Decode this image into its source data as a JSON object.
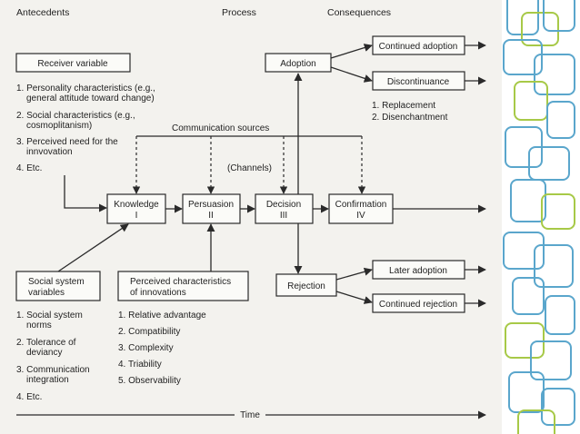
{
  "headers": {
    "antecedents": "Antecedents",
    "process": "Process",
    "consequences": "Consequences"
  },
  "receiver": {
    "box_label": "Receiver variable",
    "items": [
      "1. Personality characteristics (e.g.,",
      "general attitude toward change)",
      "2. Social characteristics (e.g.,",
      "cosmoplitanism)",
      "3. Perceived need for the",
      "innvovation",
      "4. Etc."
    ]
  },
  "communication_sources": "Communication sources",
  "channels": "(Channels)",
  "stages": [
    {
      "name": "Knowledge",
      "numeral": "I"
    },
    {
      "name": "Persuasion",
      "numeral": "II"
    },
    {
      "name": "Decision",
      "numeral": "III"
    },
    {
      "name": "Confirmation",
      "numeral": "IV"
    }
  ],
  "adoption": "Adoption",
  "rejection": "Rejection",
  "continued_adoption": "Continued adoption",
  "discontinuance": "Discontinuance",
  "discontinuance_items": [
    "1. Replacement",
    "2. Disenchantment"
  ],
  "later_adoption": "Later adoption",
  "continued_rejection": "Continued rejection",
  "social_system": {
    "box_line1": "Social system",
    "box_line2": "variables",
    "items": [
      "1. Social system",
      "norms",
      "2. Tolerance of",
      "deviancy",
      "3. Communication",
      "integration",
      "4. Etc."
    ]
  },
  "perceived": {
    "box_line1": "Perceived characteristics",
    "box_line2": "of innovations",
    "items": [
      "1. Relative advantage",
      "2. Compatibility",
      "3. Complexity",
      "4. Triability",
      "5. Observability"
    ]
  },
  "time": "Time",
  "colors": {
    "paper": "#f3f2ee",
    "ink": "#1f1f1f",
    "deco_blue": "#5aa6cc",
    "deco_green": "#a7c947"
  }
}
